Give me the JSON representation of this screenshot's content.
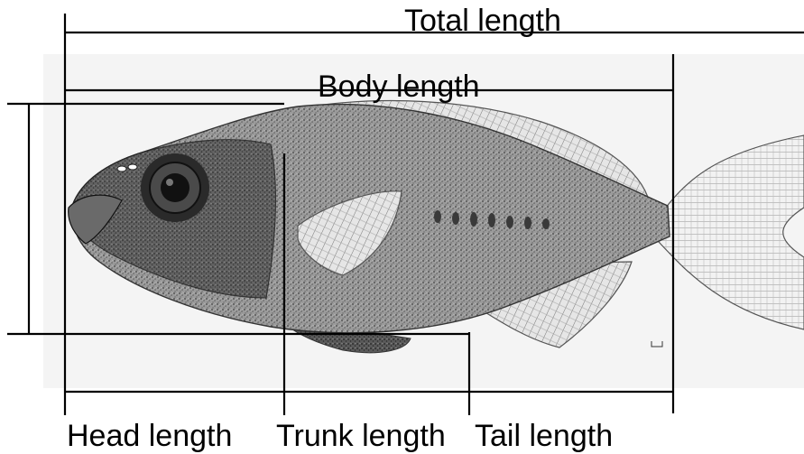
{
  "labels": {
    "total_length": "Total length",
    "body_length": "Body length",
    "head_length": "Head length",
    "trunk_length": "Trunk length",
    "tail_length": "Tail length"
  },
  "colors": {
    "ink": "#000000",
    "paper": "#f4f4f4",
    "fish_dark": "#3a3a3a",
    "fish_mid": "#8a8a8a",
    "fish_light": "#c9c9c9"
  }
}
